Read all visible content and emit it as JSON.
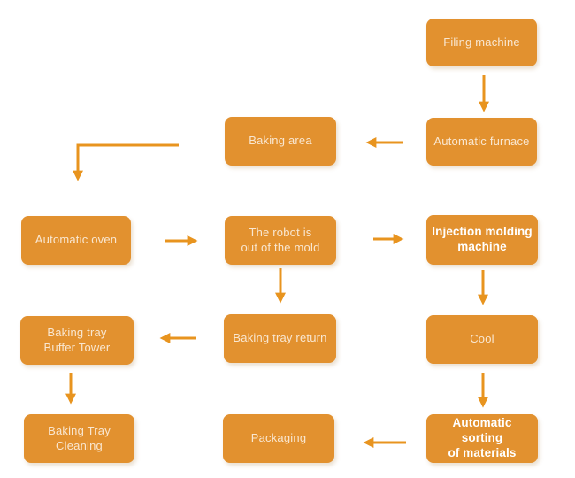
{
  "diagram": {
    "colors": {
      "box": "#E2912F",
      "arrow": "#E8941F",
      "background": "#FFFFFF"
    },
    "nodes": {
      "filing_machine": {
        "label": "Filing machine"
      },
      "automatic_furnace": {
        "label": "Automatic furnace"
      },
      "baking_area": {
        "label": "Baking area"
      },
      "automatic_oven": {
        "label": "Automatic oven"
      },
      "robot_out_of_mold": {
        "label": "The robot is\nout of the mold"
      },
      "injection_molding": {
        "label": "Injection molding\nmachine"
      },
      "cool": {
        "label": "Cool"
      },
      "baking_tray_return": {
        "label": "Baking tray return"
      },
      "baking_tray_buffer_tower": {
        "label": "Baking tray\nBuffer Tower"
      },
      "baking_tray_cleaning": {
        "label": "Baking Tray\nCleaning"
      },
      "packaging": {
        "label": "Packaging"
      },
      "automatic_sorting": {
        "label": "Automatic sorting\nof materials"
      }
    },
    "edges": [
      {
        "from": "filing_machine",
        "to": "automatic_furnace"
      },
      {
        "from": "automatic_furnace",
        "to": "baking_area"
      },
      {
        "from": "baking_area",
        "to": "automatic_oven"
      },
      {
        "from": "automatic_oven",
        "to": "robot_out_of_mold"
      },
      {
        "from": "robot_out_of_mold",
        "to": "injection_molding"
      },
      {
        "from": "robot_out_of_mold",
        "to": "baking_tray_return"
      },
      {
        "from": "injection_molding",
        "to": "cool"
      },
      {
        "from": "cool",
        "to": "automatic_sorting"
      },
      {
        "from": "automatic_sorting",
        "to": "packaging"
      },
      {
        "from": "baking_tray_return",
        "to": "baking_tray_buffer_tower"
      },
      {
        "from": "baking_tray_buffer_tower",
        "to": "baking_tray_cleaning"
      }
    ]
  }
}
